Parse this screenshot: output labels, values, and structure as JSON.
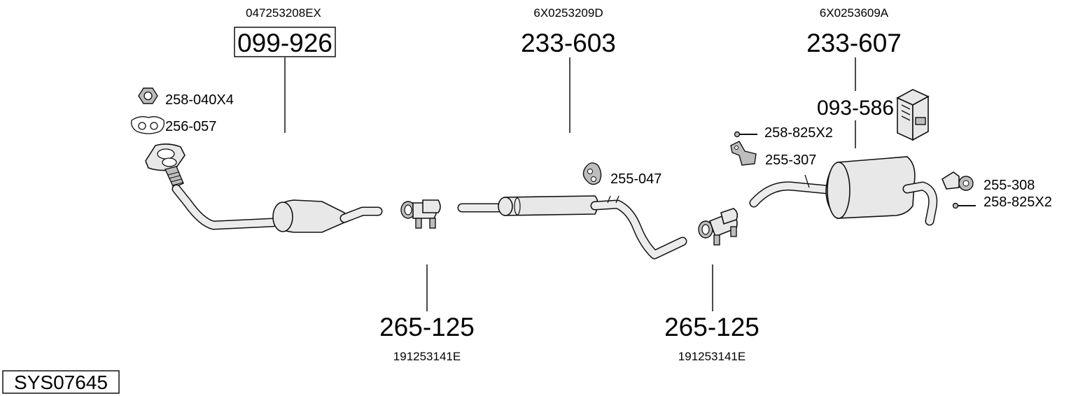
{
  "system_code": "SYS07645",
  "front_pipe": {
    "oem": "047253208EX",
    "part_number": "099-926"
  },
  "front_pipe_nut": {
    "part_number": "258-040X4"
  },
  "front_pipe_gasket": {
    "part_number": "256-057"
  },
  "middle_silencer": {
    "oem": "6X0253209D",
    "part_number": "233-603"
  },
  "middle_hanger": {
    "part_number": "255-047"
  },
  "rear_silencer": {
    "oem": "6X0253609A",
    "part_number": "233-607"
  },
  "mounting_kit": {
    "part_number": "093-586"
  },
  "rear_bolt_1": {
    "part_number": "258-825X2"
  },
  "rear_bracket_1": {
    "part_number": "255-307"
  },
  "rear_bracket_2": {
    "part_number": "255-308"
  },
  "rear_bolt_2": {
    "part_number": "258-825X2"
  },
  "clamp_1": {
    "oem": "191253141E",
    "part_number": "265-125"
  },
  "clamp_2": {
    "oem": "191253141E",
    "part_number": "265-125"
  }
}
